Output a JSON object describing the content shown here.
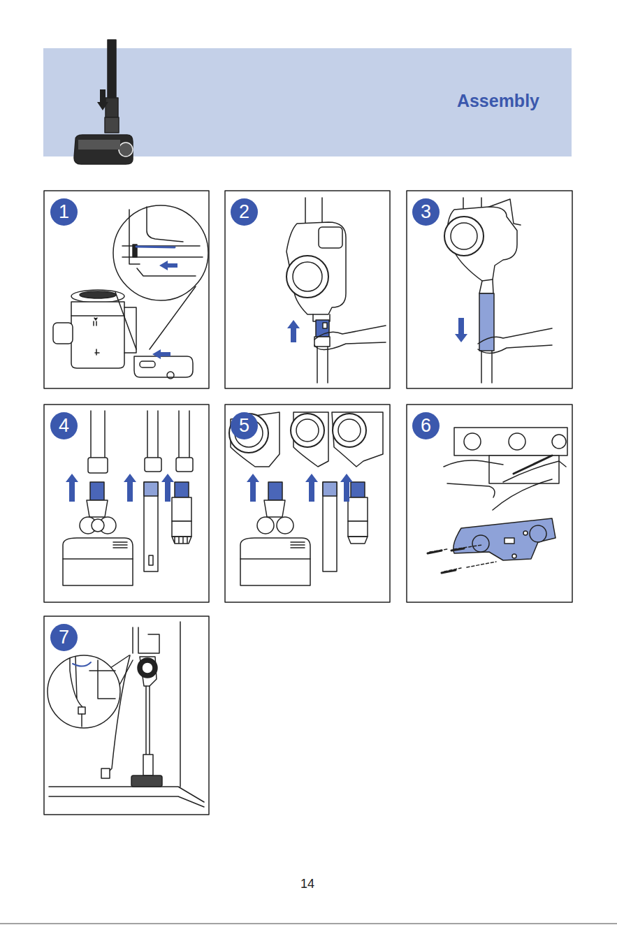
{
  "diagram": {
    "title": "Assembly",
    "nodes": [
      {
        "text": [
          "1"
        ]
      },
      {
        "text": [
          "2"
        ]
      },
      {
        "text": [
          "3"
        ]
      },
      {
        "text": [
          "4"
        ]
      },
      {
        "text": [
          "5"
        ]
      },
      {
        "text": [
          "6"
        ]
      },
      {
        "text": [
          "7"
        ]
      }
    ],
    "labels": [
      "14"
    ]
  }
}
